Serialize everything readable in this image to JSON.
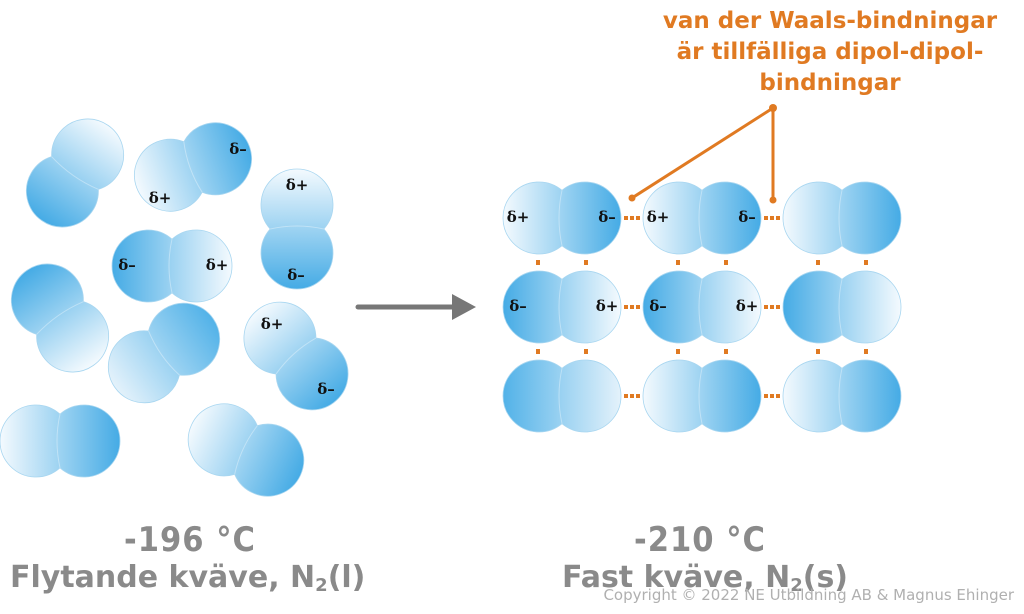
{
  "left_panel": {
    "temperature": "-196 °C",
    "state_text": "Flytande kväve, N",
    "state_sub": "2",
    "state_suffix": "(l)"
  },
  "right_panel": {
    "temperature": "-210 °C",
    "state_text": "Fast kväve, N",
    "state_sub": "2",
    "state_suffix": "(s)"
  },
  "annotation": {
    "line1": "van der Waals-bindningar",
    "line2": "är tillfälliga dipol-dipol-",
    "line3": "bindningar"
  },
  "charges": {
    "positive": "δ+",
    "negative": "δ–"
  },
  "copyright": "Copyright © 2022 NE Utbildning AB & Magnus Ehinger",
  "colors": {
    "molecule_dark": "#4aaee6",
    "molecule_light": "#f2f9fd",
    "bond": "#e07a22",
    "arrow": "#777777",
    "label_gray": "#8a8a8a"
  }
}
